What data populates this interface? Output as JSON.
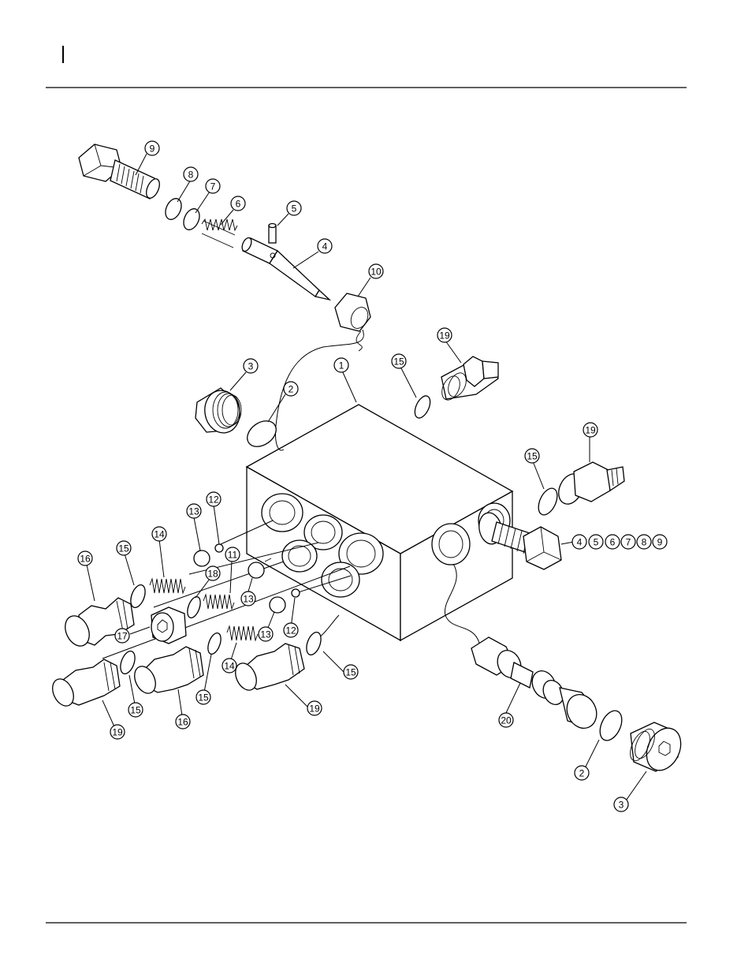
{
  "diagram": {
    "callouts": [
      {
        "id": "c9-top",
        "label": "9"
      },
      {
        "id": "c8",
        "label": "8"
      },
      {
        "id": "c7",
        "label": "7"
      },
      {
        "id": "c6",
        "label": "6"
      },
      {
        "id": "c5",
        "label": "5"
      },
      {
        "id": "c4",
        "label": "4"
      },
      {
        "id": "c10",
        "label": "10"
      },
      {
        "id": "c3-top",
        "label": "3"
      },
      {
        "id": "c2-top",
        "label": "2"
      },
      {
        "id": "c1",
        "label": "1"
      },
      {
        "id": "c15-a",
        "label": "15"
      },
      {
        "id": "c19-a",
        "label": "19"
      },
      {
        "id": "c19-b",
        "label": "19"
      },
      {
        "id": "c15-b",
        "label": "15"
      },
      {
        "id": "g4",
        "label": "4"
      },
      {
        "id": "g5",
        "label": "5"
      },
      {
        "id": "g6",
        "label": "6"
      },
      {
        "id": "g7",
        "label": "7"
      },
      {
        "id": "g8",
        "label": "8"
      },
      {
        "id": "g9",
        "label": "9"
      },
      {
        "id": "c12-a",
        "label": "12"
      },
      {
        "id": "c13-a",
        "label": "13"
      },
      {
        "id": "c14-a",
        "label": "14"
      },
      {
        "id": "c16-a",
        "label": "16"
      },
      {
        "id": "c15-c",
        "label": "15"
      },
      {
        "id": "c18",
        "label": "18"
      },
      {
        "id": "c11",
        "label": "11"
      },
      {
        "id": "c17",
        "label": "17"
      },
      {
        "id": "c13-b",
        "label": "13"
      },
      {
        "id": "c13-c",
        "label": "13"
      },
      {
        "id": "c12-b",
        "label": "12"
      },
      {
        "id": "c14-b",
        "label": "14"
      },
      {
        "id": "c15-d",
        "label": "15"
      },
      {
        "id": "c15-e",
        "label": "15"
      },
      {
        "id": "c15-f",
        "label": "15"
      },
      {
        "id": "c19-c",
        "label": "19"
      },
      {
        "id": "c16-b",
        "label": "16"
      },
      {
        "id": "c19-d",
        "label": "19"
      },
      {
        "id": "c20",
        "label": "20"
      },
      {
        "id": "c2-bot",
        "label": "2"
      },
      {
        "id": "c3-bot",
        "label": "3"
      }
    ]
  }
}
